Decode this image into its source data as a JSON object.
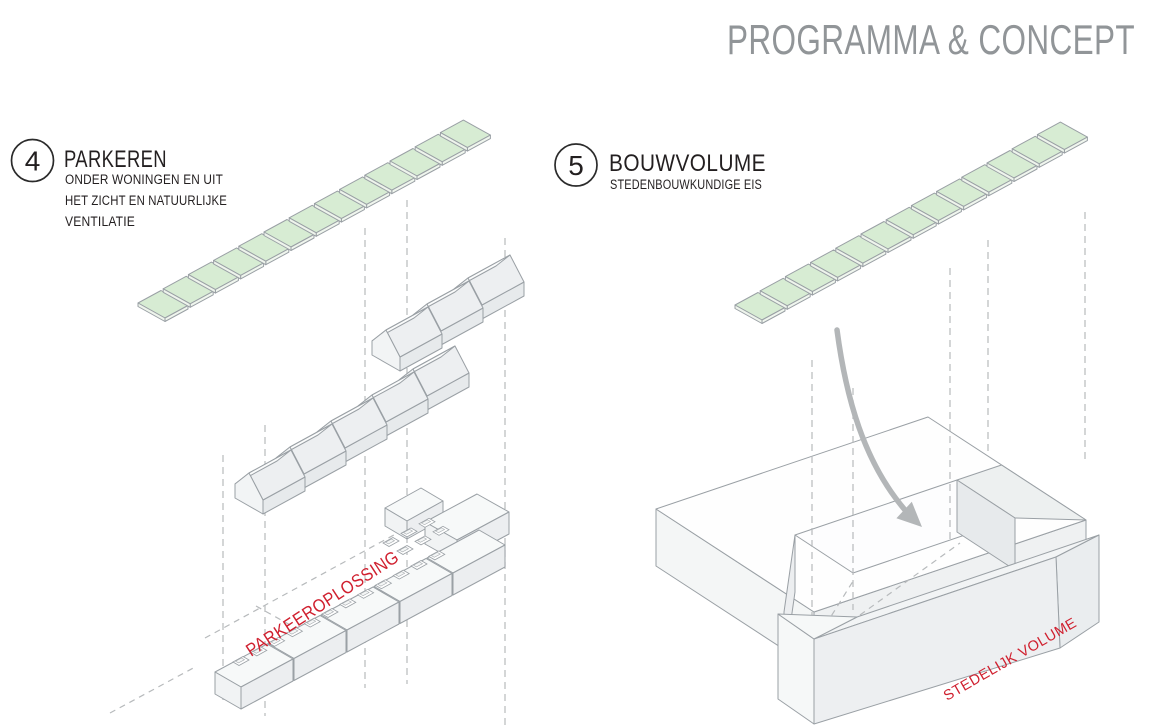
{
  "page": {
    "title": "PROGRAMMA & CONCEPT"
  },
  "colors": {
    "title_gray": "#919598",
    "text_black": "#231f20",
    "outline_gray": "#9aa0a5",
    "dash_gray": "#b7babc",
    "arrow_gray": "#b3b6b8",
    "green_panel": "#d7ecd3",
    "red_annotation": "#d0202f",
    "volume_fill_light": "#f2f4f5",
    "volume_fill_mid": "#edeff1"
  },
  "diagrams": [
    {
      "number": "4",
      "title": "PARKEREN",
      "subtitle_lines": [
        "ONDER WONINGEN EN UIT",
        "HET ZICHT EN NATUURLIJKE",
        "VENTILATIE"
      ],
      "annotation": "PARKEEROPLOSSING",
      "green_panel_count": 13,
      "house_count": 8
    },
    {
      "number": "5",
      "title": "BOUWVOLUME",
      "subtitle_lines": [
        "STEDENBOUWKUNDIGE EIS"
      ],
      "annotation": "STEDELIJK VOLUME",
      "green_panel_count": 13
    }
  ]
}
